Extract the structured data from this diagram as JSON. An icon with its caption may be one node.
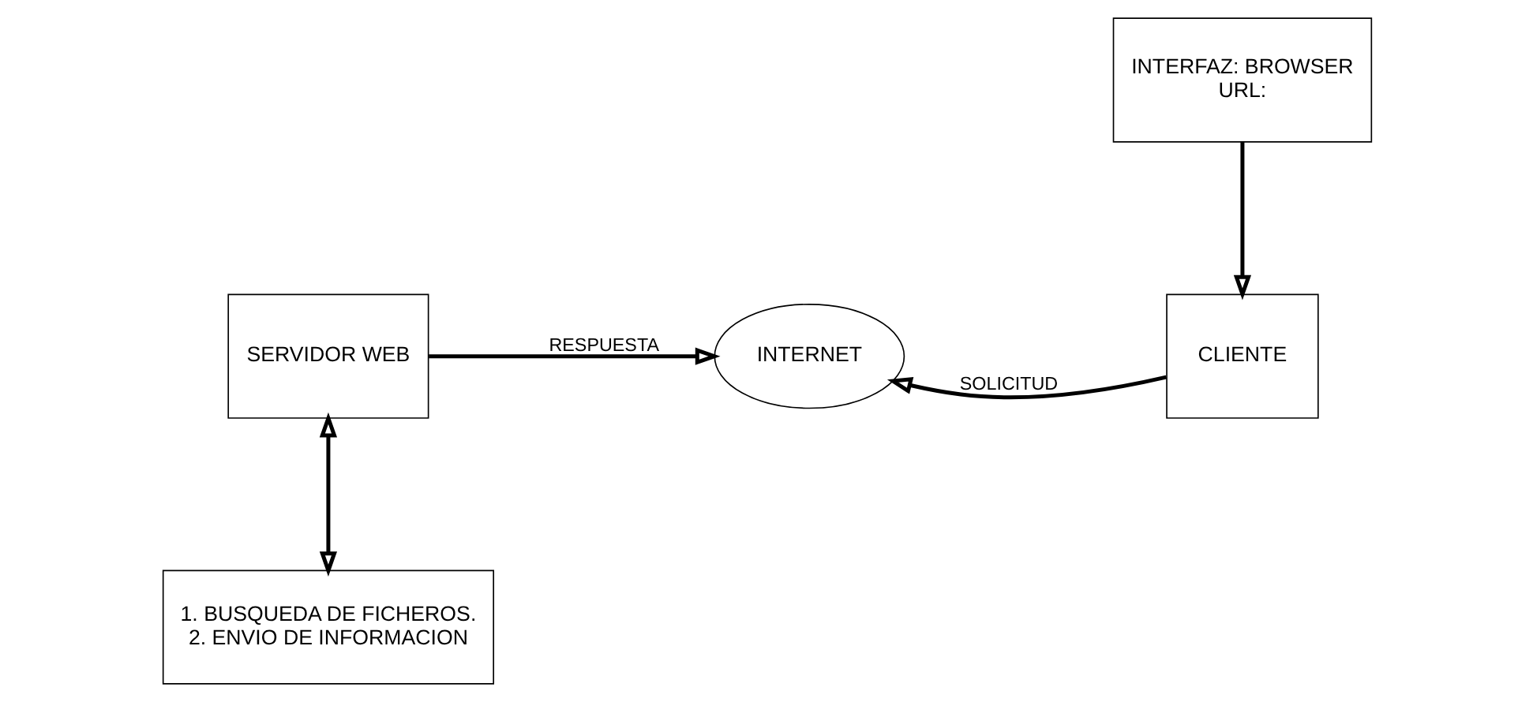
{
  "diagram": {
    "nodes": [
      {
        "text": [
          "SERVIDOR WEB"
        ]
      },
      {
        "text": [
          "INTERNET"
        ]
      },
      {
        "text": [
          "CLIENTE"
        ]
      },
      {
        "text": [
          "1. BUSQUEDA DE FICHEROS.",
          "2. ENVIO DE INFORMACION"
        ]
      },
      {
        "text": [
          "INTERFAZ: BROWSER",
          "URL:"
        ]
      }
    ],
    "edges": [
      {
        "from": 0,
        "to": 1,
        "arrow": "to",
        "label": "RESPUESTA"
      },
      {
        "from": 2,
        "to": 1,
        "arrow": "to",
        "label": "SOLICITUD"
      },
      {
        "from": 0,
        "to": 3,
        "arrow": "both"
      },
      {
        "from": 4,
        "to": 2,
        "arrow": "to"
      }
    ]
  }
}
